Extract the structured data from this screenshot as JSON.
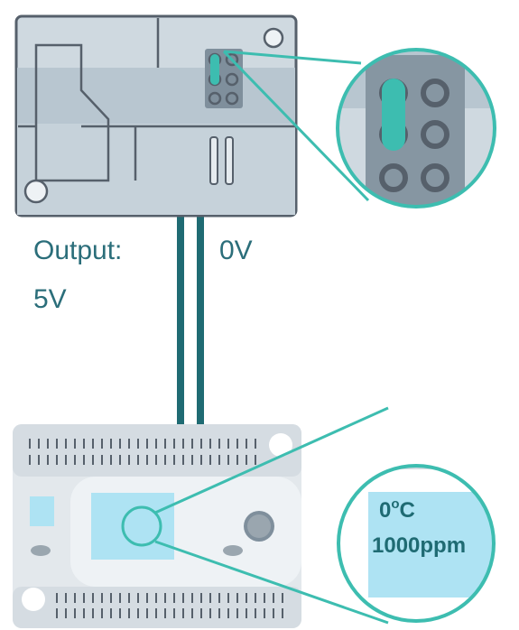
{
  "labels": {
    "output": "Output:",
    "output_value": "5V",
    "ground": "0V"
  },
  "display": {
    "temperature_value": "0",
    "temperature_degree": "o",
    "temperature_unit": "C",
    "co2": "1000ppm"
  },
  "colors": {
    "teal": "#3dbdb0",
    "wire": "#1f6b73",
    "housing": "#cfd9e0",
    "housing_dark": "#b8c6d0",
    "outline": "#56606b",
    "screen": "#aee3f3",
    "controller": "#e3e8ec"
  }
}
